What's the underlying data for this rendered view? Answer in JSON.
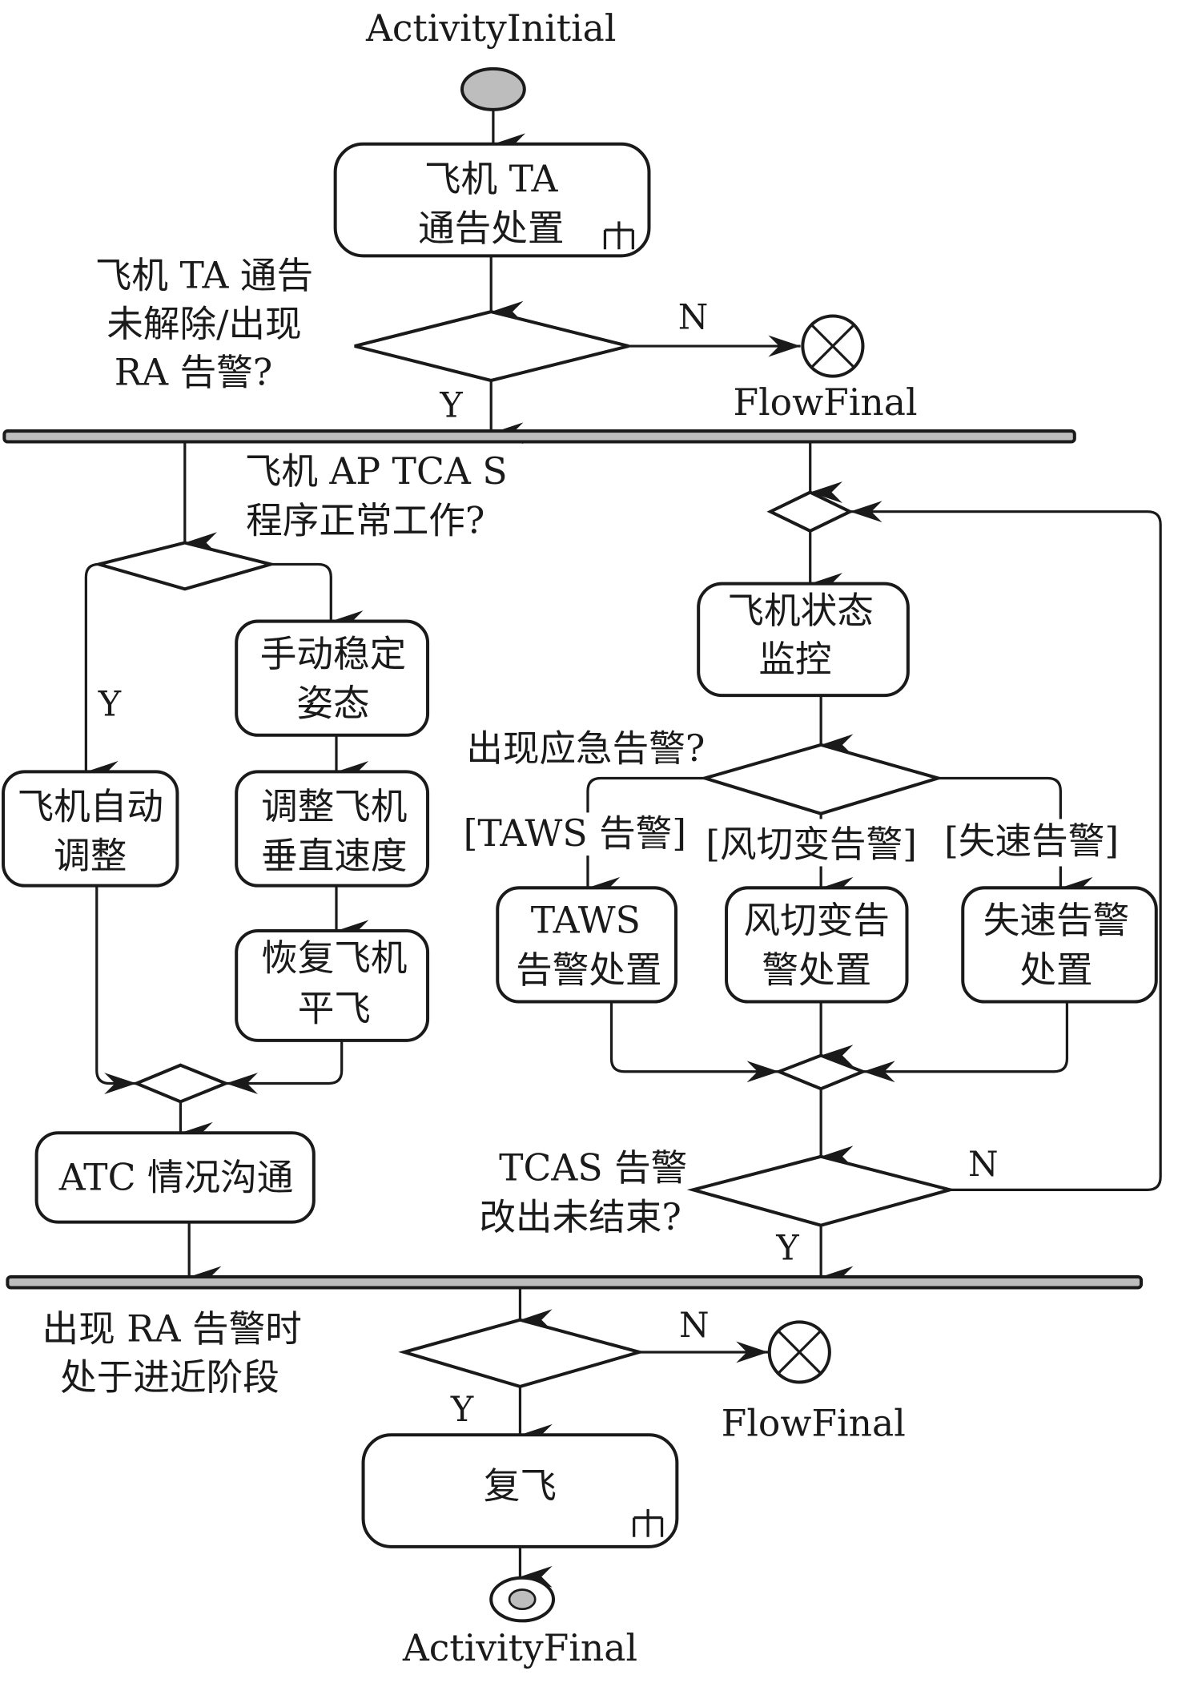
{
  "colors": {
    "stroke": "#1a1a1a",
    "node_fill": "#bdbdbd",
    "background": "#ffffff"
  },
  "nodes": {
    "initial_label": "ActivityInitial",
    "final_label": "ActivityFinal",
    "flow_final_1_label": "FlowFinal",
    "flow_final_2_label": "FlowFinal"
  },
  "actions": {
    "ta_advisory": {
      "lines": [
        "飞机 TA",
        "通告处置"
      ],
      "subactivity": true
    },
    "auto_adjust": {
      "lines": [
        "飞机自动",
        "调整"
      ]
    },
    "manual_stabilize": {
      "lines": [
        "手动稳定",
        "姿态"
      ]
    },
    "adjust_vs": {
      "lines": [
        "调整飞机",
        "垂直速度"
      ]
    },
    "restore_level": {
      "lines": [
        "恢复飞机",
        "平飞"
      ]
    },
    "atc_comm": {
      "lines": [
        "ATC 情况沟通"
      ]
    },
    "state_monitor": {
      "lines": [
        "飞机状态",
        "监控"
      ]
    },
    "taws_handle": {
      "lines": [
        "TAWS",
        "告警处置"
      ]
    },
    "windshear_handle": {
      "lines": [
        "风切变告",
        "警处置"
      ]
    },
    "stall_handle": {
      "lines": [
        "失速告警",
        "处置"
      ]
    },
    "go_around": {
      "lines": [
        "复飞"
      ],
      "subactivity": true
    }
  },
  "decisions": {
    "ta_unresolved": {
      "lines": [
        "飞机 TA 通告",
        "未解除/出现",
        "RA 告警?"
      ],
      "yes": "Y",
      "no": "N"
    },
    "ap_tcas_ok": {
      "lines": [
        "飞机 AP TCA S",
        "程序正常工作?"
      ],
      "yes": "Y"
    },
    "emergency_alert": {
      "lines": [
        "出现应急告警?"
      ]
    },
    "tcas_not_ended": {
      "lines": [
        "TCAS 告警",
        "改出未结束?"
      ],
      "yes": "Y",
      "no": "N"
    },
    "approach_phase": {
      "lines": [
        "出现 RA 告警时",
        "处于进近阶段"
      ],
      "yes": "Y",
      "no": "N"
    }
  },
  "guards": {
    "taws": "[TAWS 告警]",
    "windshear": "[风切变告警]",
    "stall": "[失速告警]"
  }
}
